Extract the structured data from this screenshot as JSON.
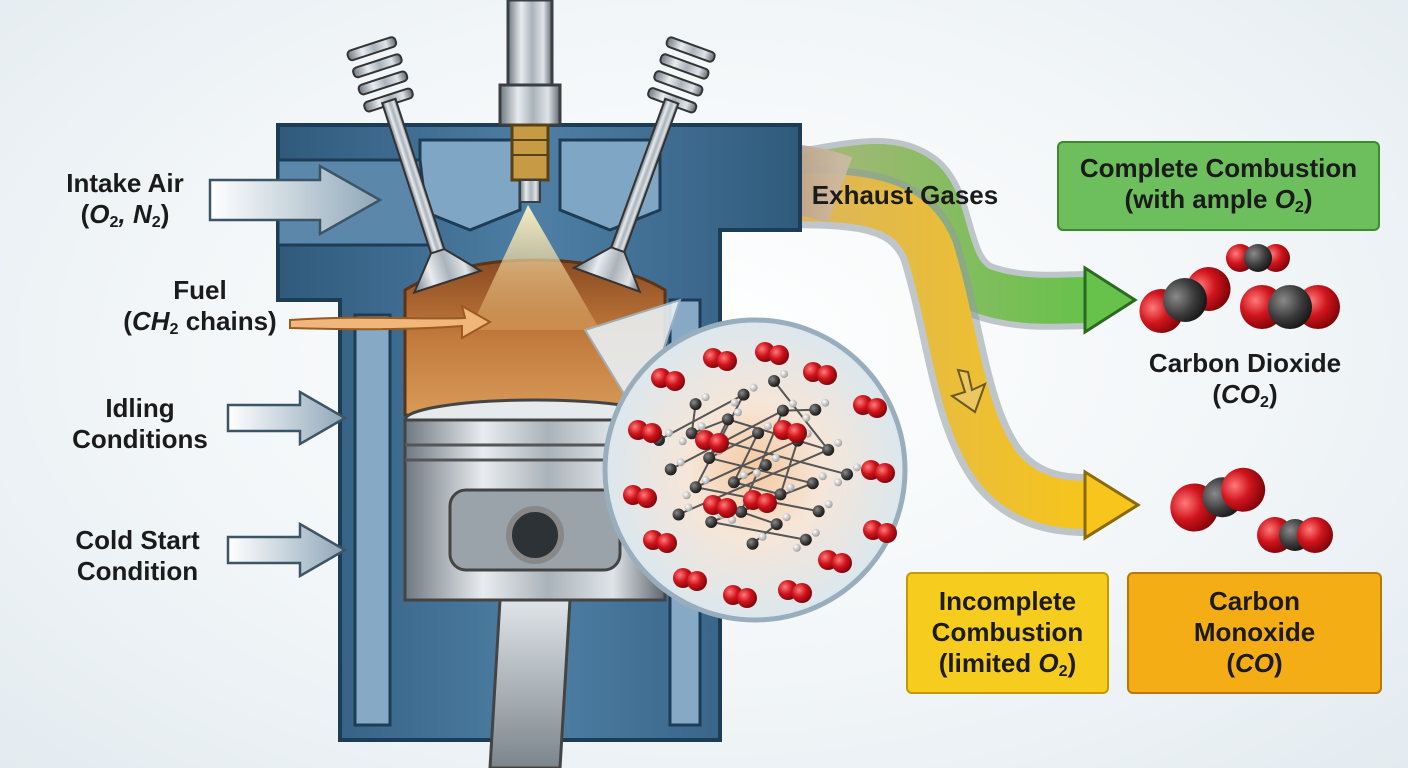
{
  "labels": {
    "intake": {
      "title": "Intake Air",
      "open": "(",
      "s1": "O",
      "sub1": "2",
      "sep": ", ",
      "s2": "N",
      "sub2": "2",
      "close": ")"
    },
    "fuel": {
      "title": "Fuel",
      "open": "(",
      "s1": "CH",
      "sub1": "2",
      "rest": " chains)"
    },
    "idling": {
      "line1": "Idling",
      "line2": "Conditions"
    },
    "cold_start": {
      "line1": "Cold Start",
      "line2": "Condition"
    },
    "exhaust": "Exhaust Gases",
    "co2": {
      "title": "Carbon Dioxide",
      "open": "(",
      "s1": "CO",
      "sub1": "2",
      "close": ")"
    }
  },
  "boxes": {
    "complete": {
      "line1": "Complete Combustion",
      "pre": "(with ample ",
      "s1": "O",
      "sub1": "2",
      "close": ")"
    },
    "incomplete": {
      "line1": "Incomplete",
      "line2": "Combustion",
      "pre": "(limited ",
      "s1": "O",
      "sub1": "2",
      "close": ")"
    },
    "co": {
      "line1": "Carbon",
      "line2": "Monoxide",
      "open": "(",
      "s1": "CO",
      "close": ")"
    }
  },
  "colors": {
    "engine_block": "#3f6f93",
    "engine_inner": "#7fa6c4",
    "combustion_gas": "#b3672d",
    "exhaust_flow": "#a9805f",
    "complete_box": "#6cbf5c",
    "incomplete_box": "#f6cd1e",
    "co_box": "#f4ad15",
    "oxygen_atom": "#d0141c",
    "carbon_atom": "#3b3b3b",
    "hydrogen_atom": "#d8d8d8"
  },
  "icons": {
    "valves": "valve-spring-icon",
    "injector": "fuel-injector-icon",
    "piston": "piston-icon",
    "molecule_zoom": "magnifier-bubble-icon"
  }
}
